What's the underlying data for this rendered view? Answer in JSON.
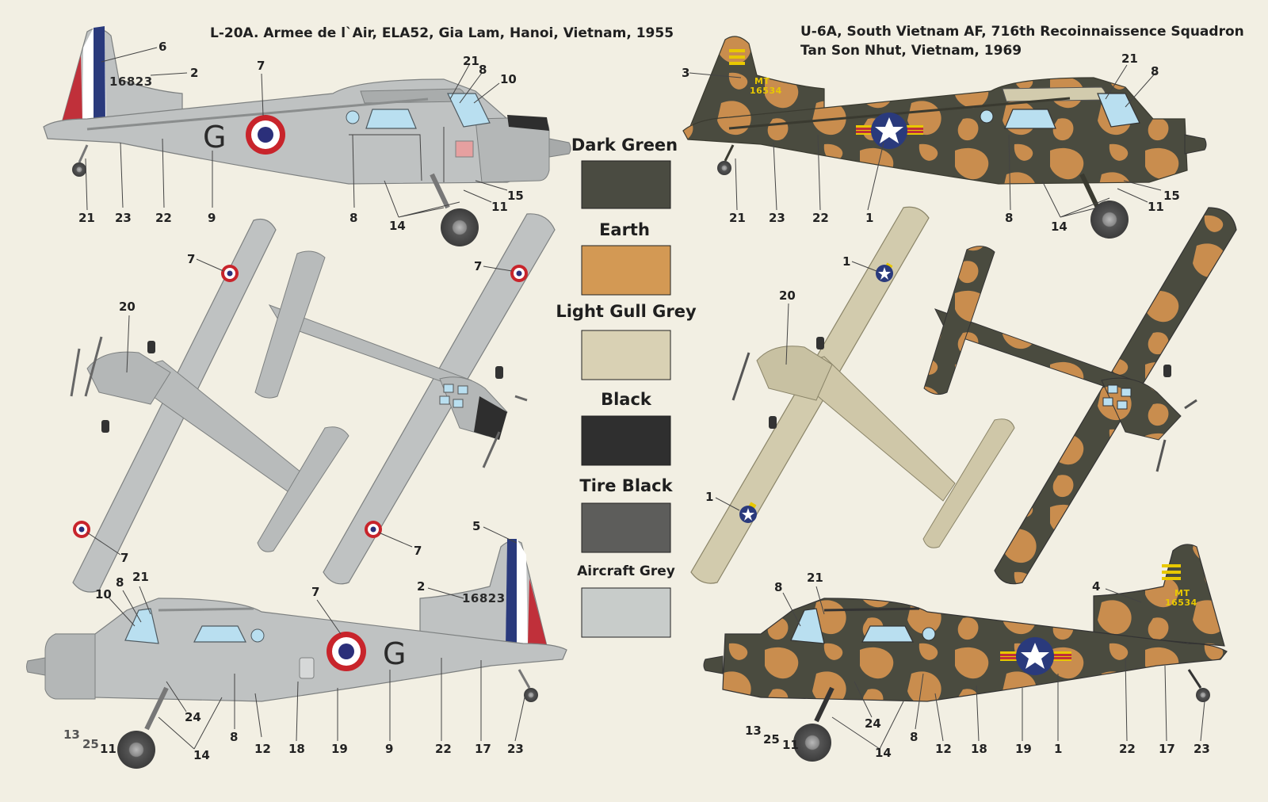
{
  "left_title": "L-20A. Armee de l`Air, ELA52, Gia Lam, Hanoi, Vietnam, 1955",
  "right_title_line1": "U-6A, South Vietnam AF, 716th Recoinnaissence Squadron",
  "right_title_line2": "Tan Son Nhut, Vietnam, 1969",
  "serial_french": "16823",
  "code_letter": "G",
  "serial_vn_line1": "MT",
  "serial_vn_line2": "16534",
  "swatches": [
    {
      "label": "Dark Green",
      "color": "#4a4b41"
    },
    {
      "label": "Earth",
      "color": "#d39954"
    },
    {
      "label": "Light Gull Grey",
      "color": "#d9d1b4"
    },
    {
      "label": "Black",
      "color": "#2f2f2f"
    },
    {
      "label": "Tire Black",
      "color": "#5d5d5b"
    },
    {
      "label": "Aircraft Grey",
      "color": "#c8ccca"
    }
  ],
  "callouts": {
    "fr_top": [
      "6",
      "2",
      "7",
      "21",
      "8",
      "10",
      "21",
      "23",
      "22",
      "9",
      "8",
      "14",
      "11",
      "15"
    ],
    "vn_top": [
      "3",
      "21",
      "8",
      "21",
      "23",
      "22",
      "1",
      "8",
      "14",
      "11",
      "15"
    ],
    "fr_plan": [
      "7",
      "20",
      "7",
      "7",
      "7"
    ],
    "vn_plan": [
      "1",
      "20",
      "1"
    ],
    "fr_bottom": [
      "5",
      "2",
      "7",
      "10",
      "8",
      "21",
      "13",
      "25",
      "11",
      "24",
      "14",
      "8",
      "12",
      "18",
      "19",
      "9",
      "22",
      "17",
      "23"
    ],
    "vn_bottom": [
      "4",
      "8",
      "21",
      "13",
      "25",
      "11",
      "24",
      "14",
      "8",
      "12",
      "18",
      "19",
      "1",
      "22",
      "17",
      "23"
    ]
  },
  "colors": {
    "silver": "#bfc2c2",
    "silver_dark": "#9ea1a1",
    "gull": "#d2cbad",
    "dark_green": "#4a4b3f",
    "earth": "#c98d4e",
    "glass": "#b9dff0",
    "roundel_blue": "#2b2f7a",
    "roundel_red": "#c8242b",
    "flag_blue": "#2a3a7c",
    "flag_red": "#c0303a"
  }
}
